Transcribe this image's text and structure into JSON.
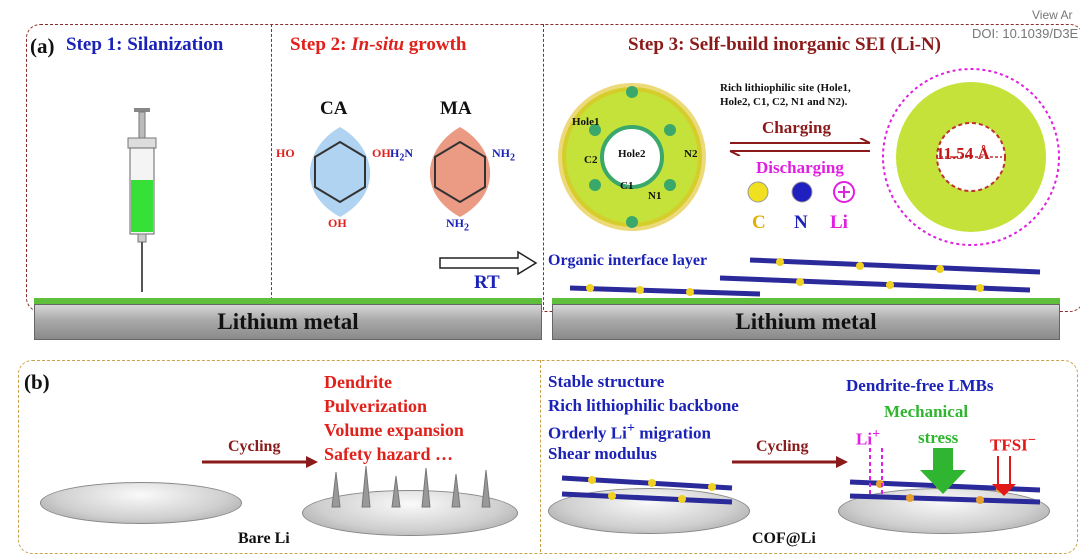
{
  "corner": {
    "view": "View Ar",
    "doi": "DOI: 10.1039/D3E"
  },
  "panel_a": {
    "label": "(a)",
    "step1": "Step 1: Silanization",
    "step2_prefix": "Step 2: ",
    "step2_italic": "In-situ",
    "step2_suffix": " growth",
    "step3": "Step 3: Self-build inorganic SEI (Li-N)",
    "ca": "CA",
    "ma": "MA",
    "rt": "RT",
    "hole1": "Hole1",
    "hole2": "Hole2",
    "c1": "C1",
    "c2": "C2",
    "n1": "N1",
    "n2": "N2",
    "rich_line1": "Rich lithiophilic site (Hole1,",
    "rich_line2": "Hole2, C1, C2, N1 and N2).",
    "charging": "Charging",
    "discharging": "Discharging",
    "legend_c": "C",
    "legend_n": "N",
    "legend_li": "Li",
    "distance": "11.54 Å",
    "organic_layer": "Organic interface layer",
    "metal_left": "Lithium metal",
    "metal_right": "Lithium metal",
    "oh": "OH",
    "ho": "HO",
    "nh2": "NH",
    "h2n": "H",
    "n_atom": "N",
    "sub2": "2"
  },
  "panel_b": {
    "label": "(b)",
    "problems": [
      "Dendrite",
      "Pulverization",
      "Volume expansion",
      "Safety hazard …"
    ],
    "cycling_left": "Cycling",
    "bare_li": "Bare Li",
    "features": [
      "Stable structure",
      "Rich lithiophilic backbone",
      "Orderly Li",
      " migration",
      "Shear modulus"
    ],
    "li_plus_sup": "+",
    "cycling_right": "Cycling",
    "dendrite_free": "Dendrite-free  LMBs",
    "mechanical": "Mechanical",
    "stress": "stress",
    "li_ion": "Li",
    "tfsi": "TFSI",
    "tfsi_sup": "−",
    "cof_li": "COF@Li"
  },
  "colors": {
    "step1": "#1b22b8",
    "step2": "#e0201a",
    "step3": "#8b1a1a",
    "green": "#2fb52f",
    "magenta": "#e020e0"
  }
}
